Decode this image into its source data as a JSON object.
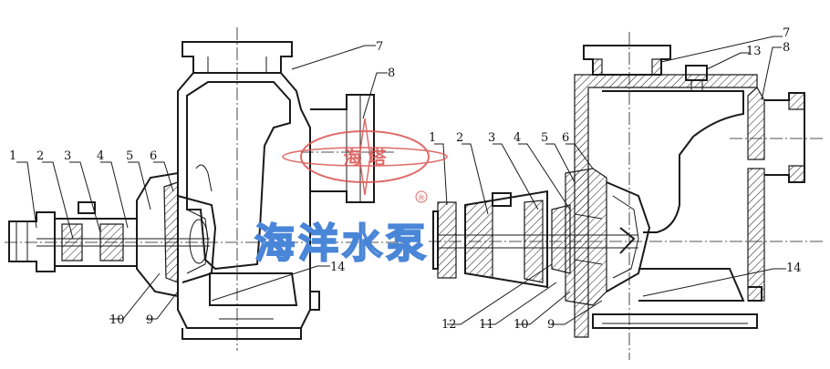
{
  "watermark": {
    "logo_text": "海 塔",
    "brand_text": "海洋水泵",
    "registered_mark": "®",
    "logo_color": "#d9534f",
    "brand_color": "#4a86d8"
  },
  "left_view": {
    "labels": {
      "l1": "1",
      "l2": "2",
      "l3": "3",
      "l4": "4",
      "l5": "5",
      "l6": "6",
      "l7": "7",
      "l8": "8",
      "l9": "9",
      "l10": "10",
      "l14": "14"
    }
  },
  "right_view": {
    "labels": {
      "l1": "1",
      "l2": "2",
      "l3": "3",
      "l4": "4",
      "l5": "5",
      "l6": "6",
      "l7": "7",
      "l8": "8",
      "l9": "9",
      "l10": "10",
      "l11": "11",
      "l12": "12",
      "l13": "13",
      "l14": "14"
    }
  }
}
